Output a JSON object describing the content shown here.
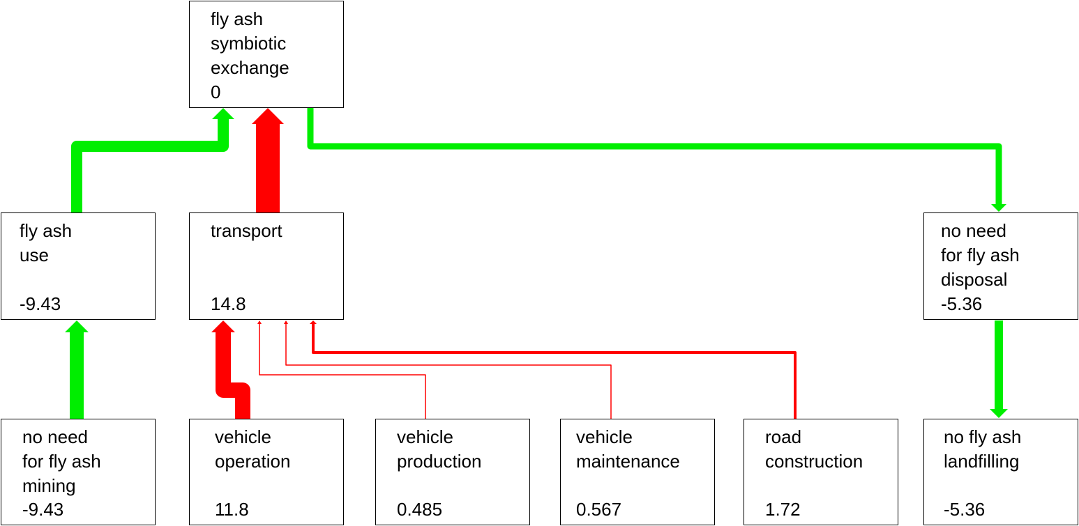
{
  "colors": {
    "benefit": "#00ee00",
    "burden": "#ff0000",
    "box_border": "#000000"
  },
  "nodes": [
    {
      "id": "exchange",
      "label": "fly ash\nsymbiotic\nexchange",
      "value": "0"
    },
    {
      "id": "use",
      "label": "fly ash\nuse",
      "value": "-9.43"
    },
    {
      "id": "transport",
      "label": "transport",
      "value": "14.8"
    },
    {
      "id": "disposal",
      "label": "no need\nfor fly ash\ndisposal",
      "value": "-5.36"
    },
    {
      "id": "mining",
      "label": "no need\nfor fly ash\nmining",
      "value": "-9.43"
    },
    {
      "id": "operation",
      "label": "vehicle\noperation",
      "value": "11.8"
    },
    {
      "id": "production",
      "label": "vehicle\nproduction",
      "value": "0.485"
    },
    {
      "id": "maintenance",
      "label": "vehicle\nmaintenance",
      "value": "0.567"
    },
    {
      "id": "road",
      "label": "road\nconstruction",
      "value": "1.72"
    },
    {
      "id": "landfilling",
      "label": "no fly ash\nlandfilling",
      "value": "-5.36"
    }
  ],
  "links": [
    {
      "from": "use",
      "to": "exchange",
      "sign": "benefit"
    },
    {
      "from": "transport",
      "to": "exchange",
      "sign": "burden"
    },
    {
      "from": "exchange",
      "to": "disposal",
      "sign": "benefit"
    },
    {
      "from": "mining",
      "to": "use",
      "sign": "benefit"
    },
    {
      "from": "operation",
      "to": "transport",
      "sign": "burden"
    },
    {
      "from": "production",
      "to": "transport",
      "sign": "burden"
    },
    {
      "from": "maintenance",
      "to": "transport",
      "sign": "burden"
    },
    {
      "from": "road",
      "to": "transport",
      "sign": "burden"
    },
    {
      "from": "disposal",
      "to": "landfilling",
      "sign": "benefit"
    }
  ]
}
